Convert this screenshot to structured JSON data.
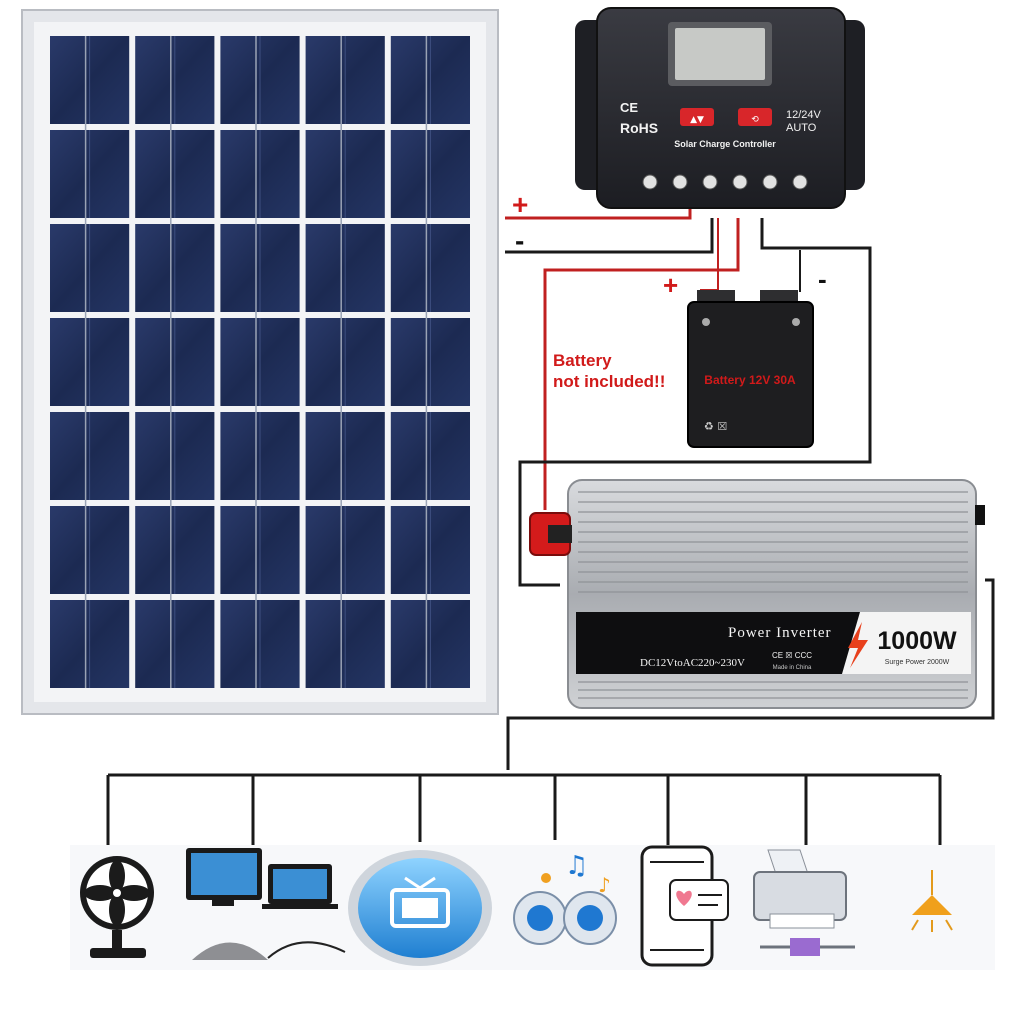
{
  "controller": {
    "marks": "CE\nRoHS",
    "voltage": "12/24V",
    "mode": "AUTO",
    "name": "Solar Charge Controller",
    "button1_glyph": "▲▼",
    "button2_glyph": "⟲"
  },
  "wiring": {
    "plus": "+",
    "minus": "-"
  },
  "battery": {
    "note_line1": "Battery",
    "note_line2": "not included!!",
    "label": "Battery  12V 30A",
    "plus": "+",
    "minus": "-",
    "recycle_marks": "♻ ☒"
  },
  "inverter": {
    "title": "Power Inverter",
    "spec": "DC12VtoAC220~230V",
    "power": "1000W",
    "surge": "Surge Power 2000W",
    "marks": "CE ☒ CCC",
    "made_in": "Made in China"
  },
  "appliances": [
    {
      "icon": "fan-icon"
    },
    {
      "icon": "computer-icon"
    },
    {
      "icon": "tv-icon"
    },
    {
      "icon": "speaker-icon"
    },
    {
      "icon": "phone-icon"
    },
    {
      "icon": "printer-icon"
    },
    {
      "icon": "lamp-icon"
    }
  ],
  "colors": {
    "panel_cell": "#1f2d55",
    "panel_frame": "#e4e6ea",
    "controller_body": "#2a2b30",
    "wire": "#1a1a1a",
    "wire_red": "#c02020",
    "inverter_body": "#b9bcc0",
    "accent_red": "#d11a1a"
  }
}
